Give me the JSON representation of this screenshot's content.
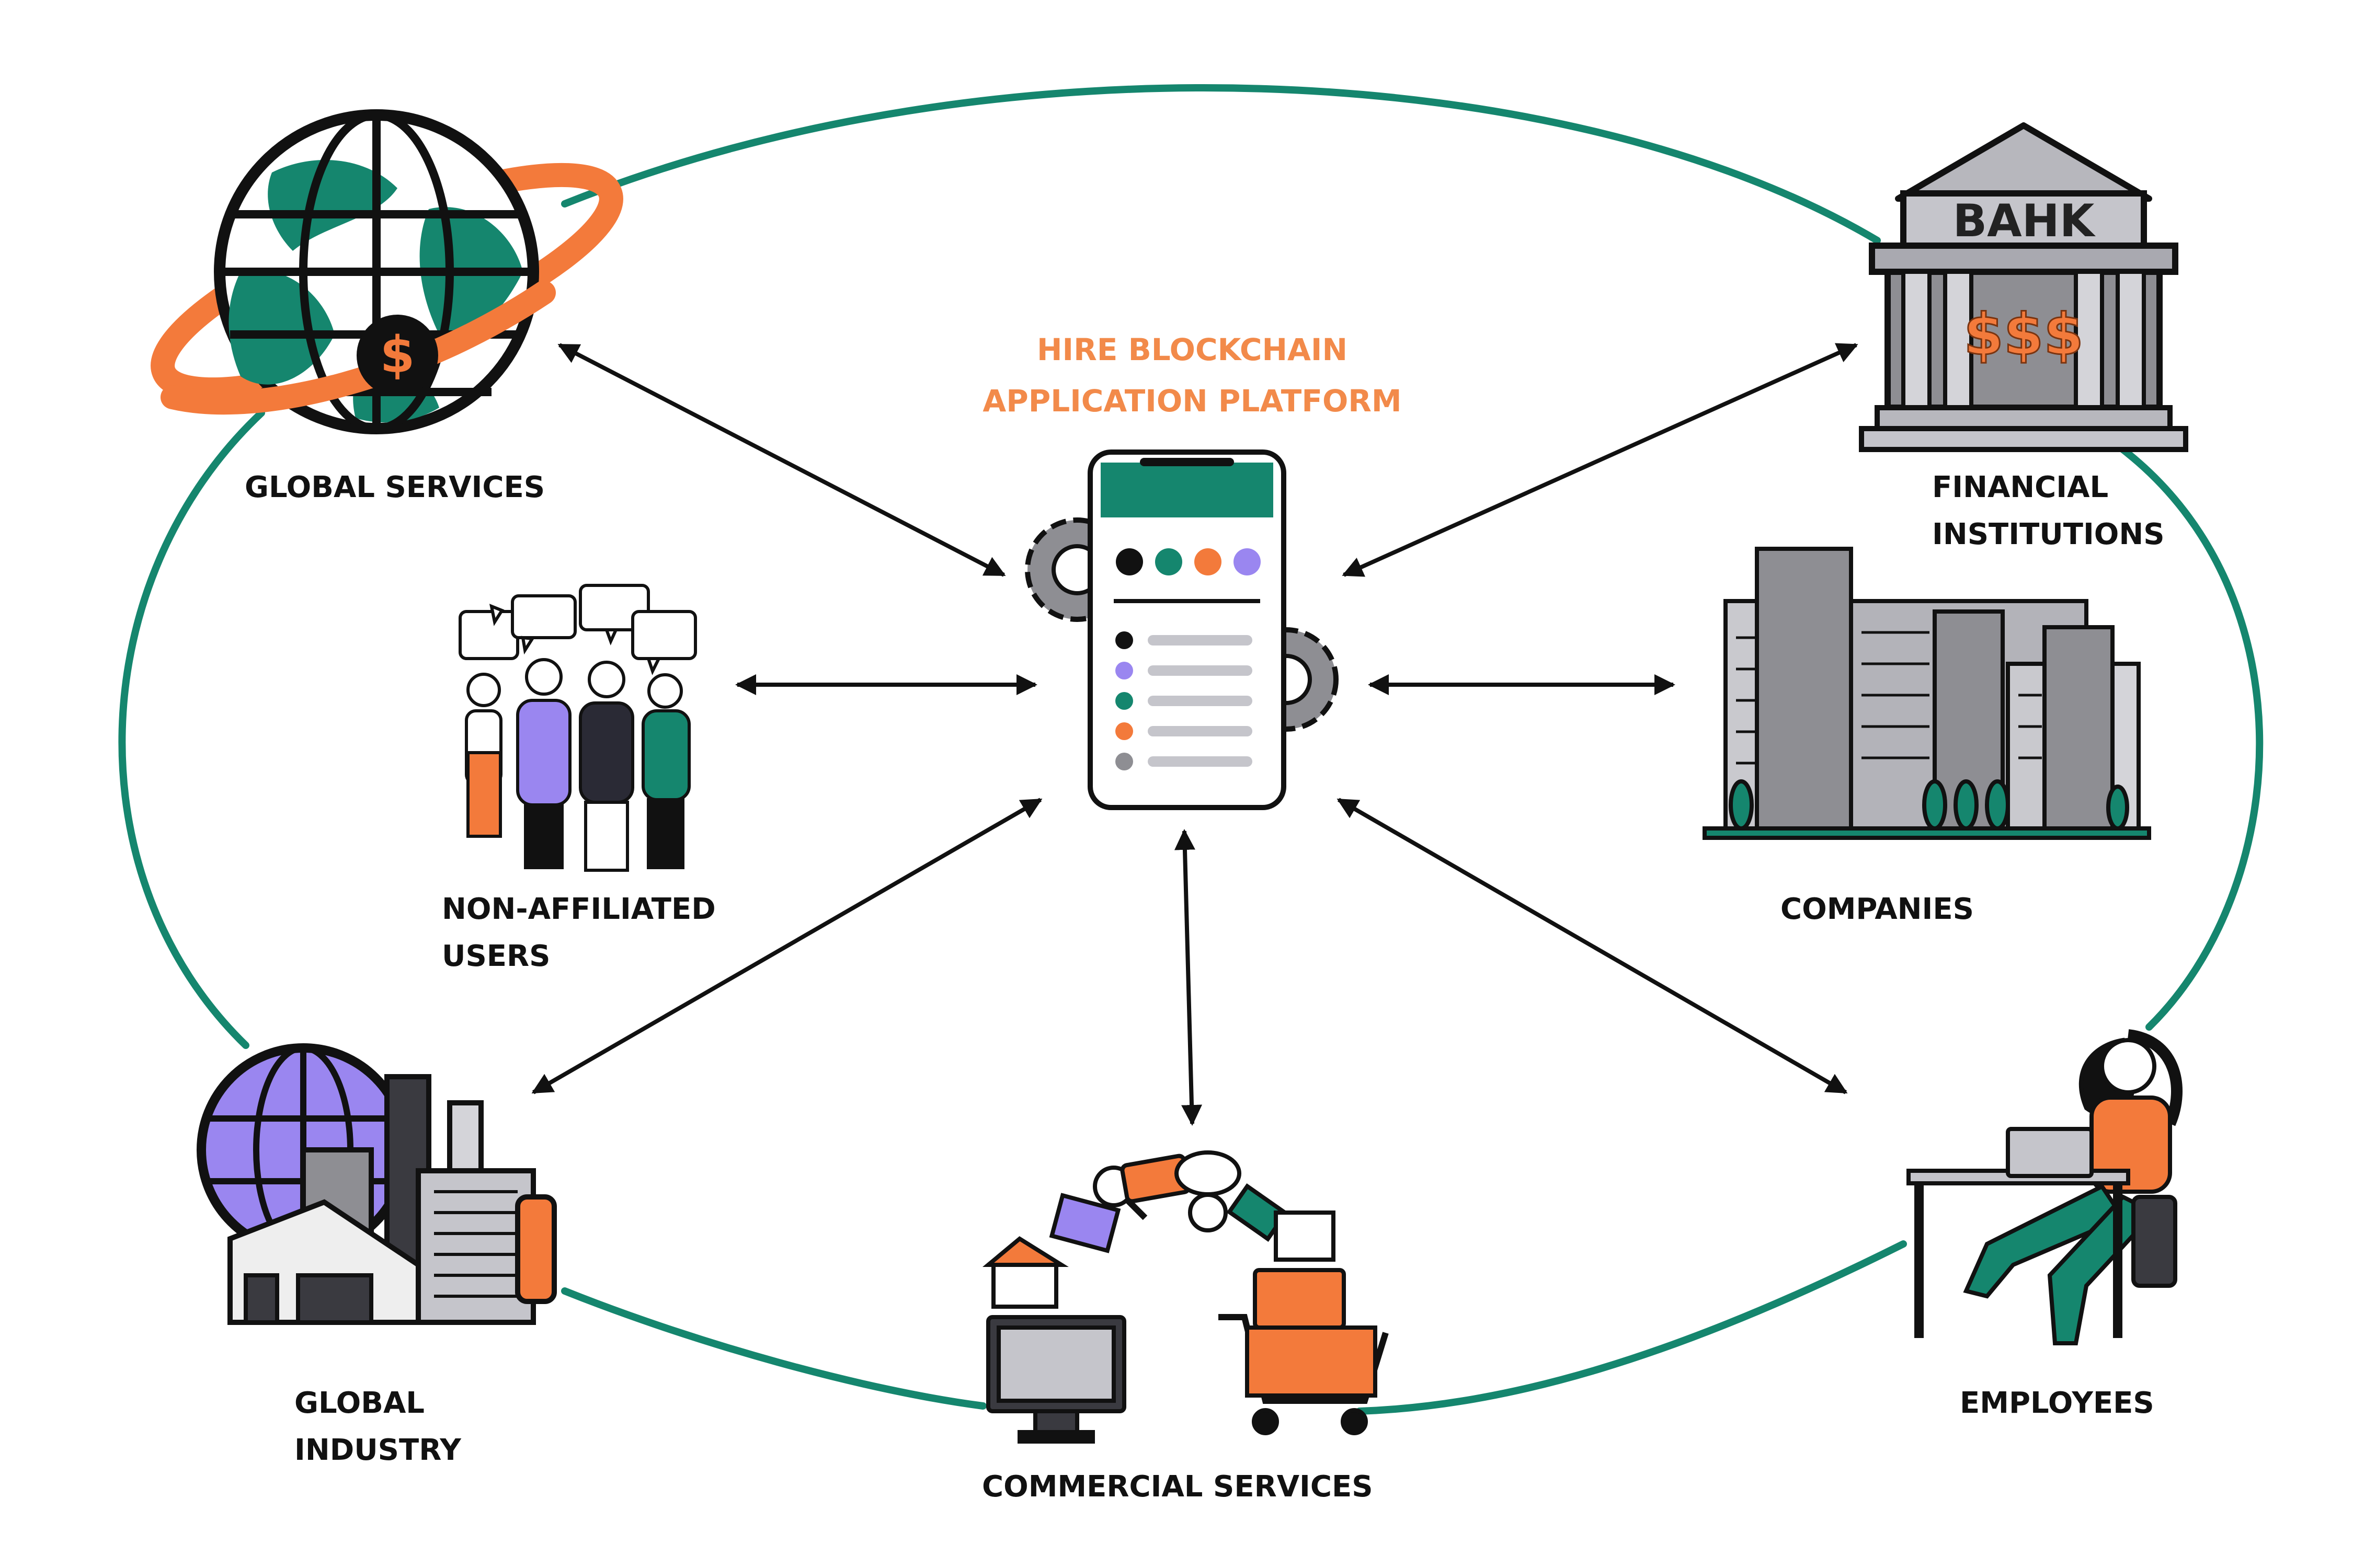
{
  "platform": {
    "title_line1": "HIRE BLOCKCHAIN",
    "title_line2": "APPLICATION PLATFORM"
  },
  "nodes": {
    "global_services": {
      "line1": "GLOBAL SERVICES"
    },
    "financial": {
      "line1": "FINANCIAL",
      "line2": "INSTITUTIONS"
    },
    "users": {
      "line1": "NON-AFFILIATED",
      "line2": "USERS"
    },
    "companies": {
      "line1": "COMPANIES"
    },
    "industry": {
      "line1": "GLOBAL",
      "line2": "INDUSTRY"
    },
    "commercial": {
      "line1": "COMMERCIAL SERVICES"
    },
    "employees": {
      "line1": "EMPLOYEES"
    }
  },
  "bank": {
    "sign": "BAHK",
    "money": "$$$"
  },
  "icons": {
    "globe": "globe-dollar-icon",
    "bank": "bank-building-icon",
    "people": "people-group-icon",
    "buildings": "office-buildings-icon",
    "factory": "factory-globe-icon",
    "shopping": "ecommerce-icon",
    "worker": "person-laptop-icon",
    "phone": "smartphone-app-icon"
  },
  "colors": {
    "teal": "#15866e",
    "orange": "#f37a3b",
    "purple": "#9a86f0",
    "black": "#111111",
    "gray": "#8e8e93"
  }
}
